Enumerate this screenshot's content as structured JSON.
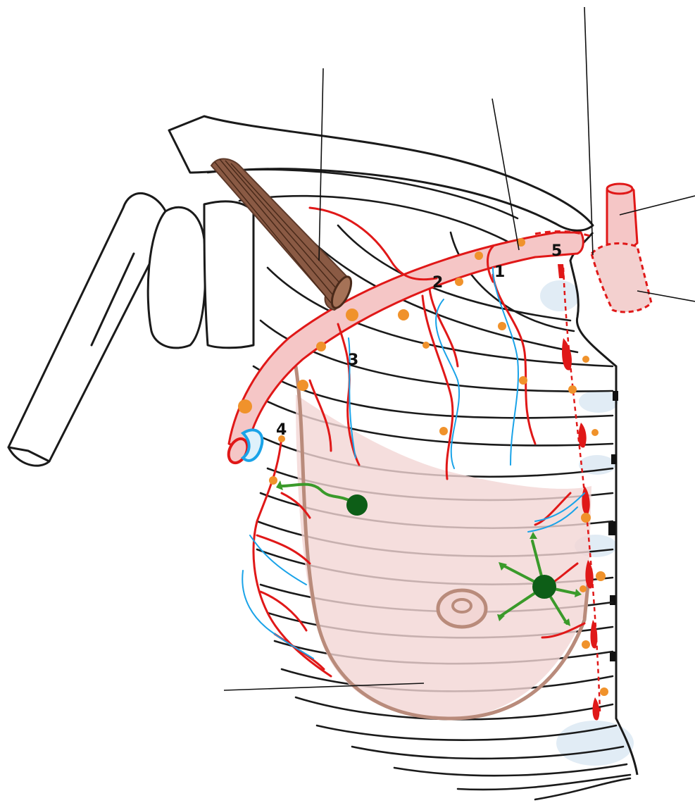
{
  "labels": {
    "n1": "1",
    "n2": "2",
    "n3": "3",
    "n4": "4",
    "n5": "5"
  },
  "colors": {
    "artery": "#e01818",
    "vein": "#1aa3e8",
    "lymph_node": "#f0922b",
    "lymphatic": "#3a9a2a",
    "tumor": "#0d5e17",
    "breast_fill": "#f2d6d4",
    "breast_outline": "#b98b7b",
    "muscle": "#8a5a44",
    "bone_outline": "#1a1a1a"
  }
}
